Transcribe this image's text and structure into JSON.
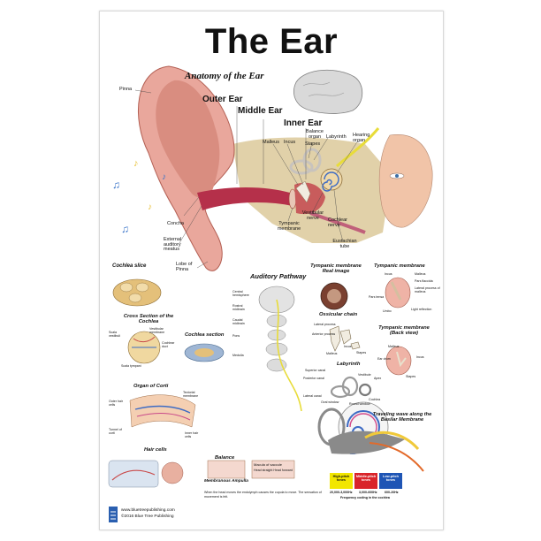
{
  "poster": {
    "title": "The Ear",
    "subtitle": "Anatomy of the Ear"
  },
  "main_labels": {
    "outer_ear": "Outer Ear",
    "middle_ear": "Middle Ear",
    "inner_ear": "Inner Ear",
    "pinna": "Pinna",
    "malleus": "Malleus",
    "incus": "Incus",
    "balance_organ": "Balance organ",
    "stapes": "Stapes",
    "labyrinth": "Labyrinth",
    "hearing_organ": "Hearing organ",
    "concha": "Concha",
    "external_meatus": "External auditory meatus",
    "lobe": "Lobe of Pinna",
    "tympanic_membrane": "Tympanic membrane",
    "vestibular_nerve": "Vestibular nerve",
    "cochlear_nerve": "Cochlear nerve",
    "eustachian_tube": "Eustachian tube"
  },
  "sections": {
    "cochlea_slice": "Cochlea slice",
    "auditory_pathway": "Auditory Pathway",
    "tympanic_real": "Tympanic membrane Real image",
    "tympanic_membrane": "Tympanic membrane",
    "cross_section": "Cross Section of the Cochlea",
    "cochlea_section": "Cochlea section",
    "ossicular_chain": "Ossicular chain",
    "tympanic_back": "Tympanic membrane (Back view)",
    "organ_of_corti": "Organ of Corti",
    "labyrinth": "Labyrinth",
    "traveling_wave": "Traveling wave along the Basilar Membrane",
    "hair_cells": "Hair cells",
    "balance": "Balance",
    "membranous_ampulla": "Membranous Ampulla",
    "macula": "Macula of saccule"
  },
  "small_labels": {
    "tm_right": [
      "Incus",
      "Malleus",
      "Pars flaccida",
      "Lateral process of malleus",
      "Pars tensa",
      "Umbo",
      "Light reflection"
    ],
    "pathway": [
      "Central hemisphere",
      "Rostral midbrain",
      "Caudal midbrain",
      "Pons",
      "Medulla"
    ],
    "ossicles": [
      "Lateral process",
      "Anterior process",
      "Malleus",
      "Incus",
      "Stapes"
    ],
    "tm_back": [
      "Ear drum",
      "Malleus",
      "Incus",
      "Stapes"
    ],
    "labyrinth": [
      "Superior canal",
      "Posterior canal",
      "Lateral canal",
      "Vestibule",
      "Apex",
      "Cochlea",
      "Oval window",
      "Round window"
    ],
    "cross": [
      "Scala vestibuli",
      "Vestibular membrane",
      "Cochlear duct",
      "Scala tympani"
    ],
    "corti": [
      "Tectorial membrane",
      "Outer hair cells",
      "Tunnel of corti",
      "Inner hair cells"
    ]
  },
  "macula_caption": "Head straight   Head forward",
  "balance_note": "When the head moves the endolymph causes the cupula to move. The sensation of movement is felt.",
  "frequency": {
    "tones": [
      {
        "label": "High-pitch tones",
        "range": "20,000-3,000Hz",
        "color": "#f2e600"
      },
      {
        "label": "Middle-pitch tones",
        "range": "3,000-600Hz",
        "color": "#d9242a"
      },
      {
        "label": "Low-pitch tones",
        "range": "600-20Hz",
        "color": "#1f55b5"
      }
    ],
    "caption": "Frequency coding in the cochlea"
  },
  "footer": {
    "website": "www.bluetreepublishing.com",
    "copyright": "©2016 Blue Tree Publishing"
  },
  "colors": {
    "skin": "#e9a79c",
    "canal": "#b5304a",
    "bone": "#dcc99a",
    "brain": "#d9d9d9"
  }
}
